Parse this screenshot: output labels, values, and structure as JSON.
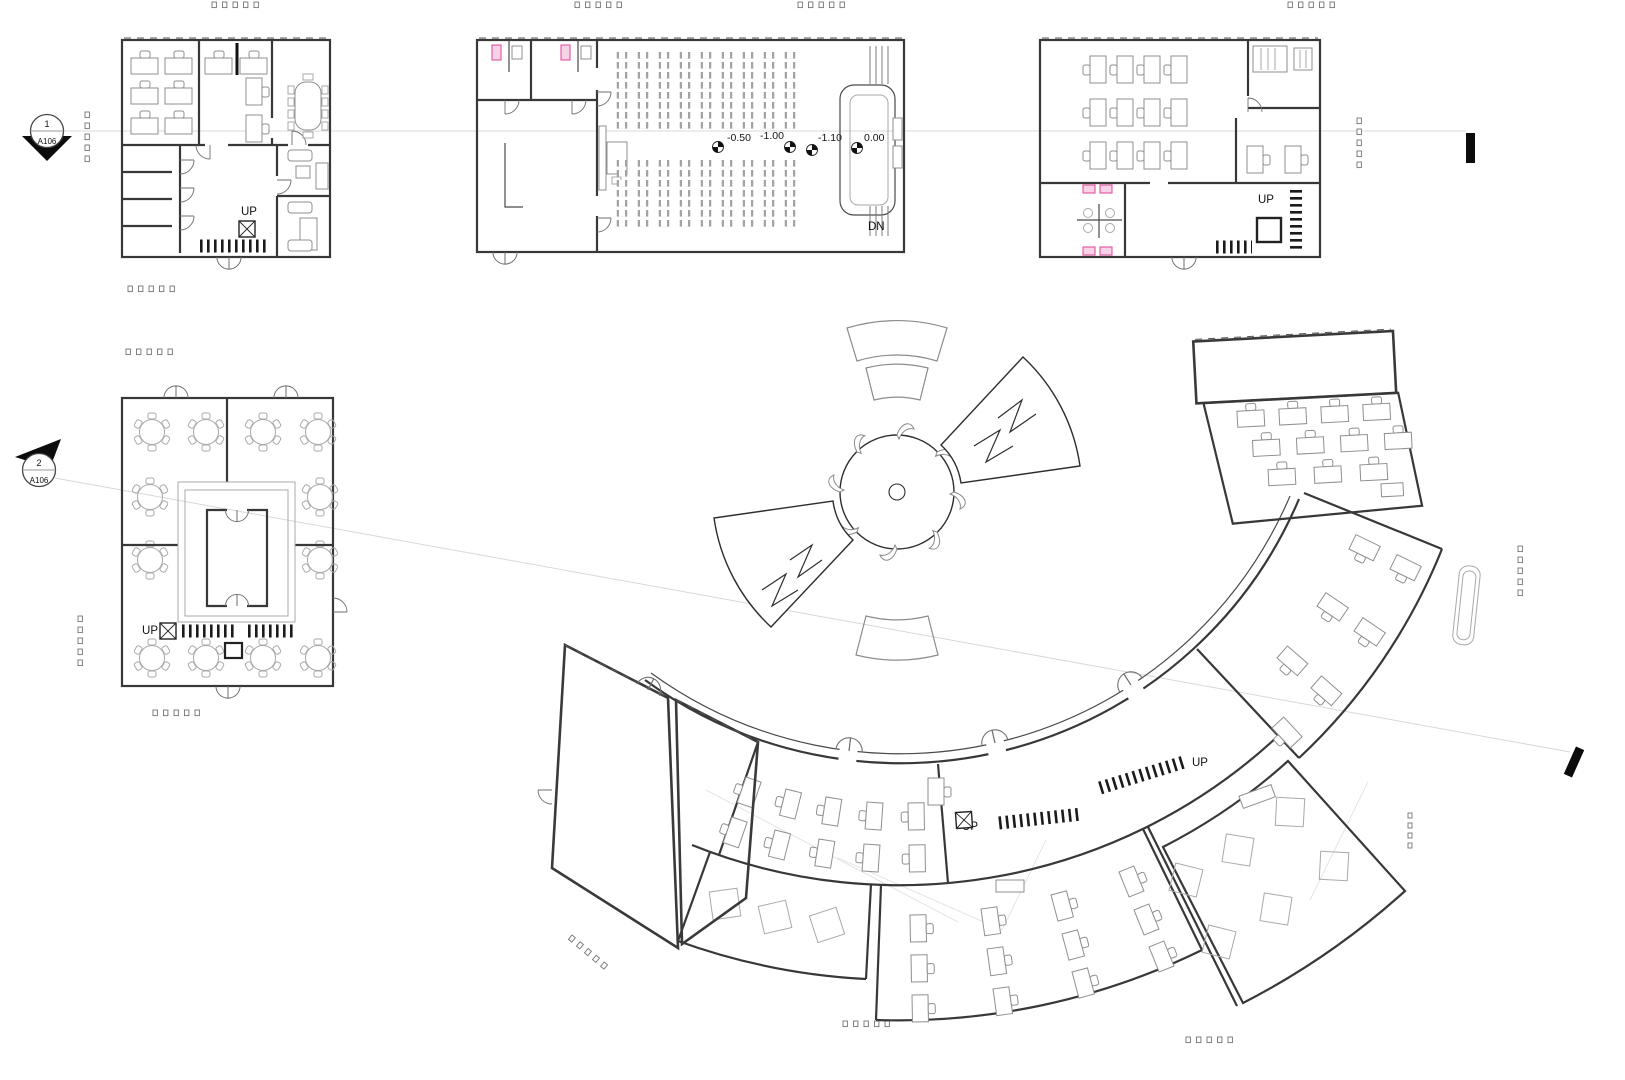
{
  "sheet": {
    "kind": "architectural-floor-plan-sheet",
    "background": "#ffffff",
    "wall_color": "#383838",
    "furniture_color": "#8f8f8f",
    "section_line_color": "#d8d8d8",
    "marker_fill": "#0c0c0c",
    "plumbing_accent": "#e0559e"
  },
  "markers": [
    {
      "number": "1",
      "sheet": "A106"
    },
    {
      "number": "2",
      "sheet": "A106"
    }
  ],
  "labels": {
    "up": "UP",
    "down": "DN"
  },
  "levels": [
    "-0.50",
    "-1.00",
    "-1.10",
    "0.00"
  ]
}
